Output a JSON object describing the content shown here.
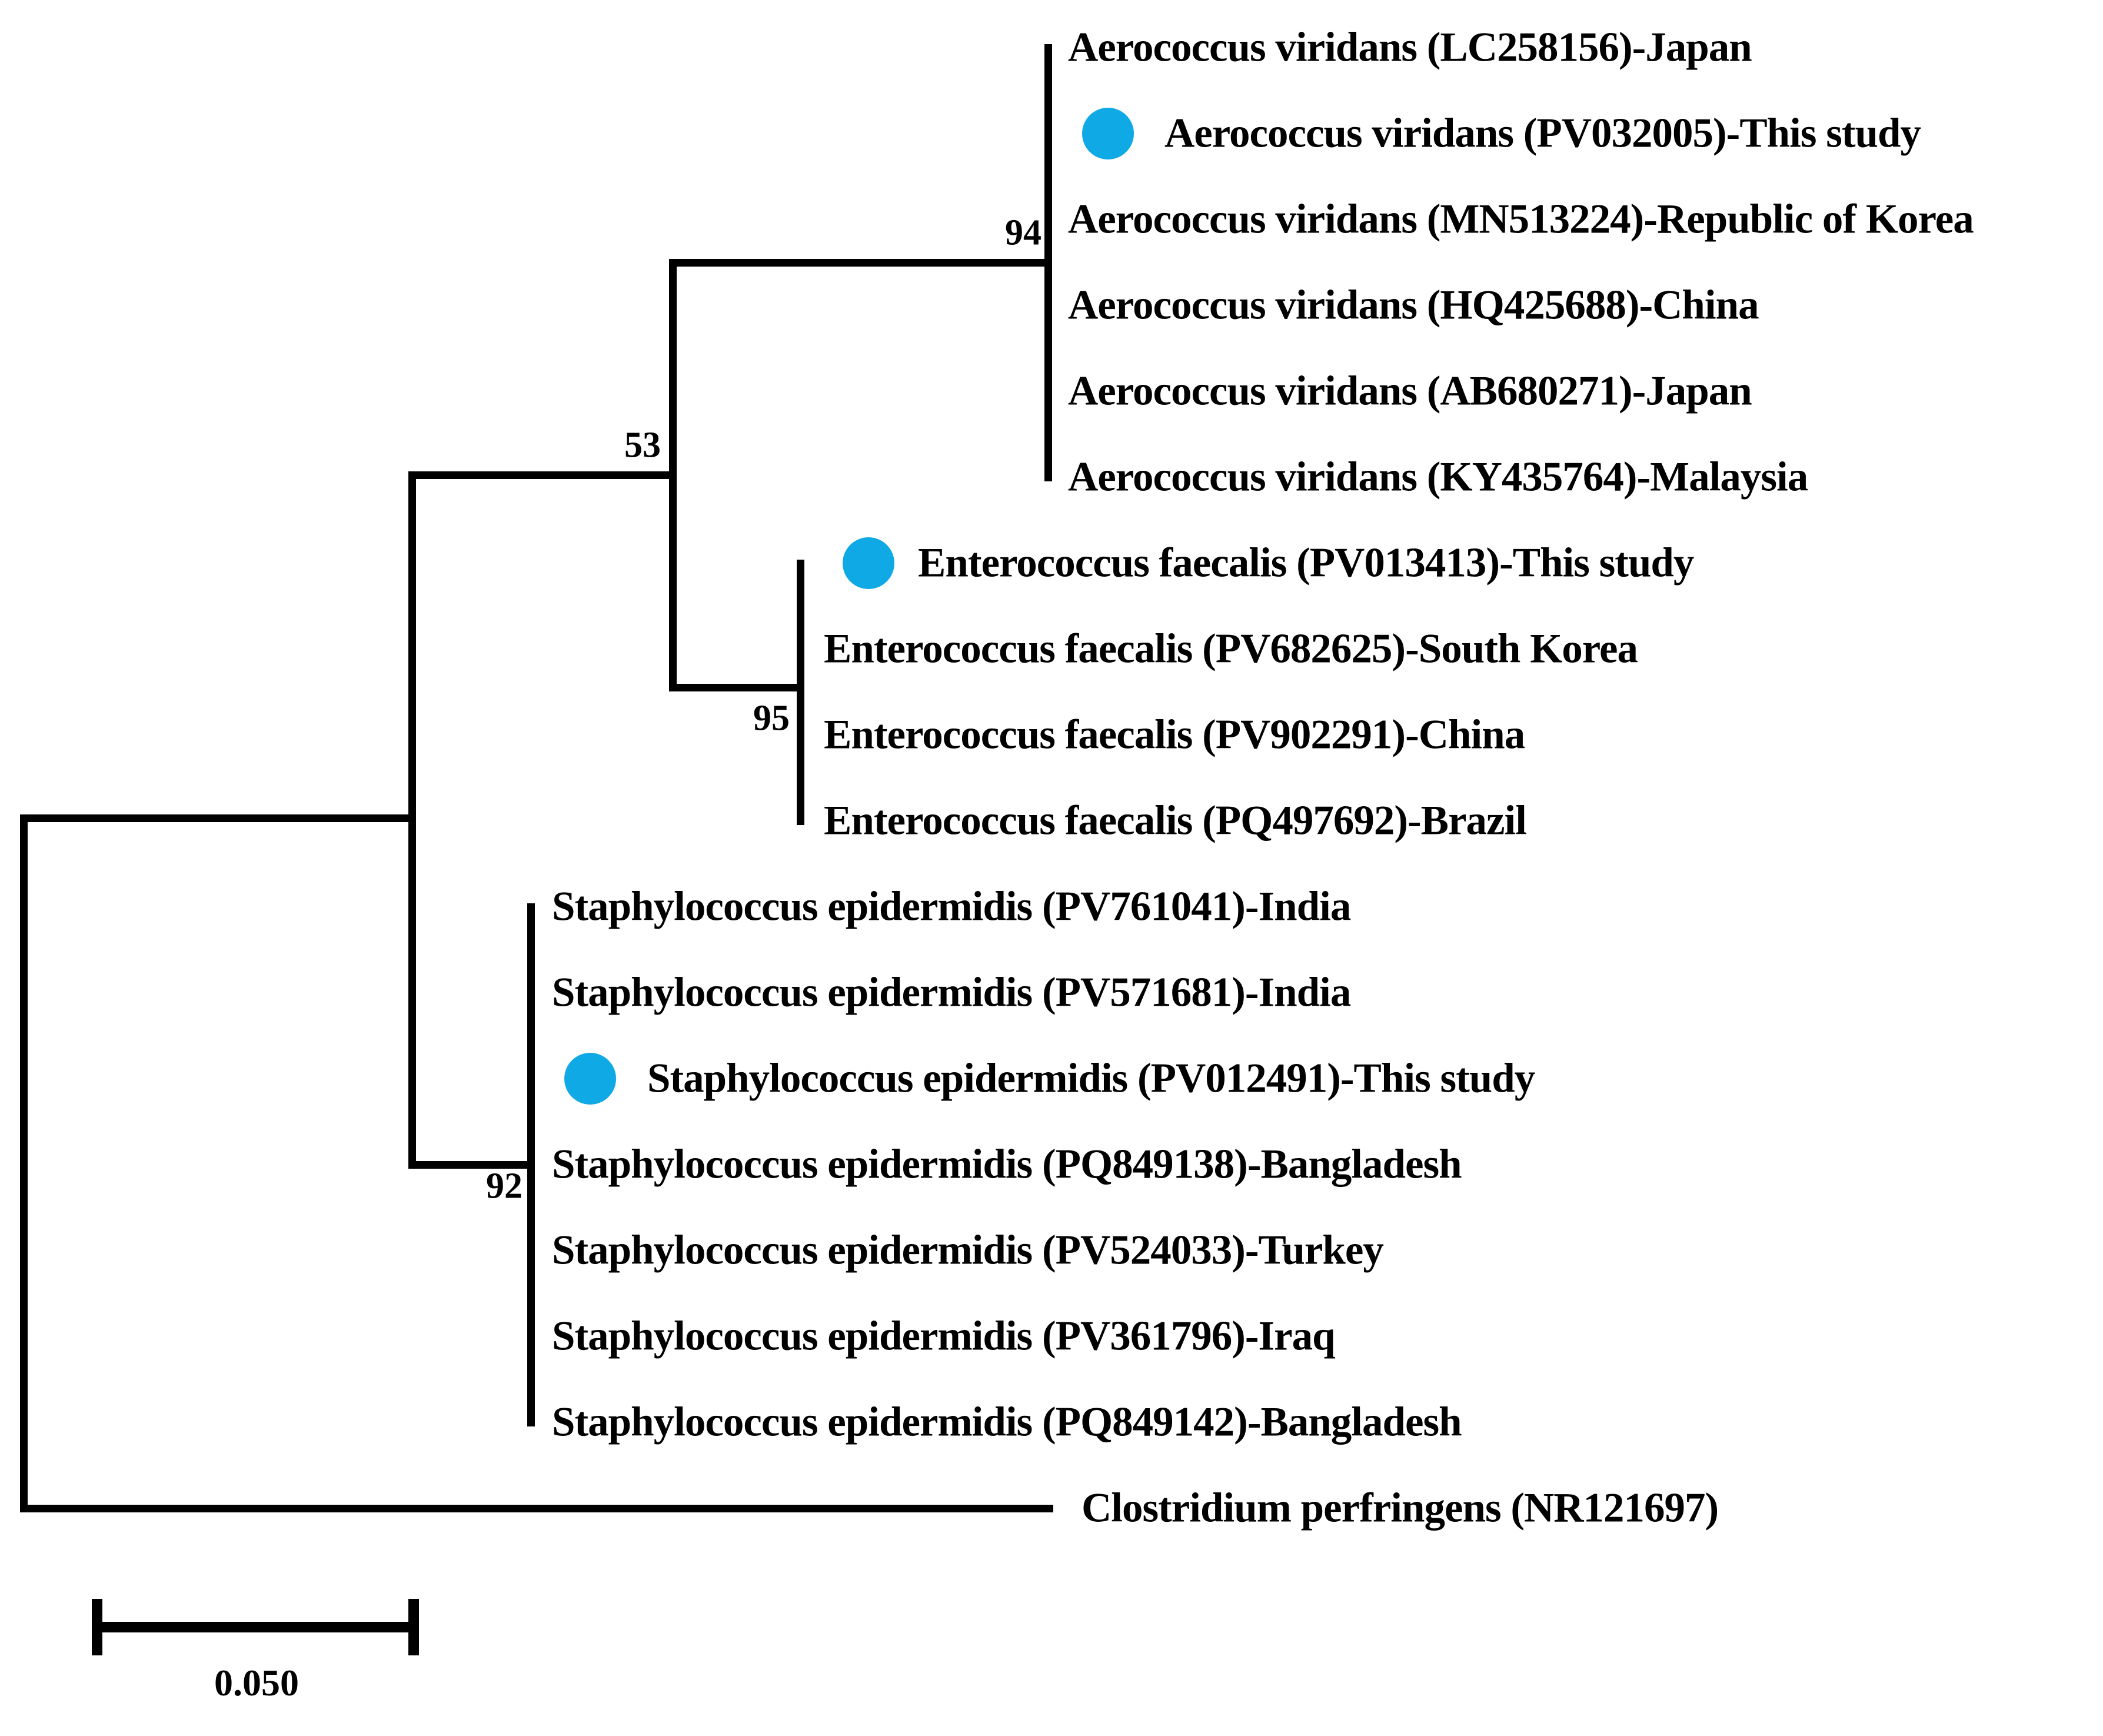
{
  "figure": {
    "type": "phylogenetic-tree"
  },
  "taxa": [
    {
      "label": "Aerococcus viridans (LC258156)-Japan",
      "this_study": false
    },
    {
      "label": "Aerococcus viridans (PV032005)-This study",
      "this_study": true
    },
    {
      "label": "Aerococcus viridans (MN513224)-Republic of Korea",
      "this_study": false
    },
    {
      "label": "Aerococcus viridans (HQ425688)-China",
      "this_study": false
    },
    {
      "label": "Aerococcus viridans (AB680271)-Japan",
      "this_study": false
    },
    {
      "label": "Aerococcus viridans (KY435764)-Malaysia",
      "this_study": false
    },
    {
      "label": "Enterococcus faecalis (PV013413)-This study",
      "this_study": true
    },
    {
      "label": "Enterococcus faecalis (PV682625)-South Korea",
      "this_study": false
    },
    {
      "label": "Enterococcus faecalis (PV902291)-China",
      "this_study": false
    },
    {
      "label": "Enterococcus faecalis (PQ497692)-Brazil",
      "this_study": false
    },
    {
      "label": "Staphylococcus epidermidis (PV761041)-India",
      "this_study": false
    },
    {
      "label": "Staphylococcus epidermidis (PV571681)-India",
      "this_study": false
    },
    {
      "label": "Staphylococcus epidermidis (PV012491)-This study",
      "this_study": true
    },
    {
      "label": "Staphylococcus epidermidis (PQ849138)-Bangladesh",
      "this_study": false
    },
    {
      "label": "Staphylococcus epidermidis (PV524033)-Turkey",
      "this_study": false
    },
    {
      "label": "Staphylococcus epidermidis (PV361796)-Iraq",
      "this_study": false
    },
    {
      "label": "Staphylococcus epidermidis (PQ849142)-Bangladesh",
      "this_study": false
    },
    {
      "label": "Clostridium perfringens (NR121697)",
      "this_study": false
    }
  ],
  "bootstrap_values": {
    "aerococcus_clade": "94",
    "aerococcus_enterococcus_node": "53",
    "enterococcus_clade": "95",
    "staphylococcus_clade": "92"
  },
  "scale_bar": {
    "label": "0.050"
  },
  "colors": {
    "branch": "#000000",
    "text": "#000000",
    "this_study_marker": "#0FA9E6"
  }
}
